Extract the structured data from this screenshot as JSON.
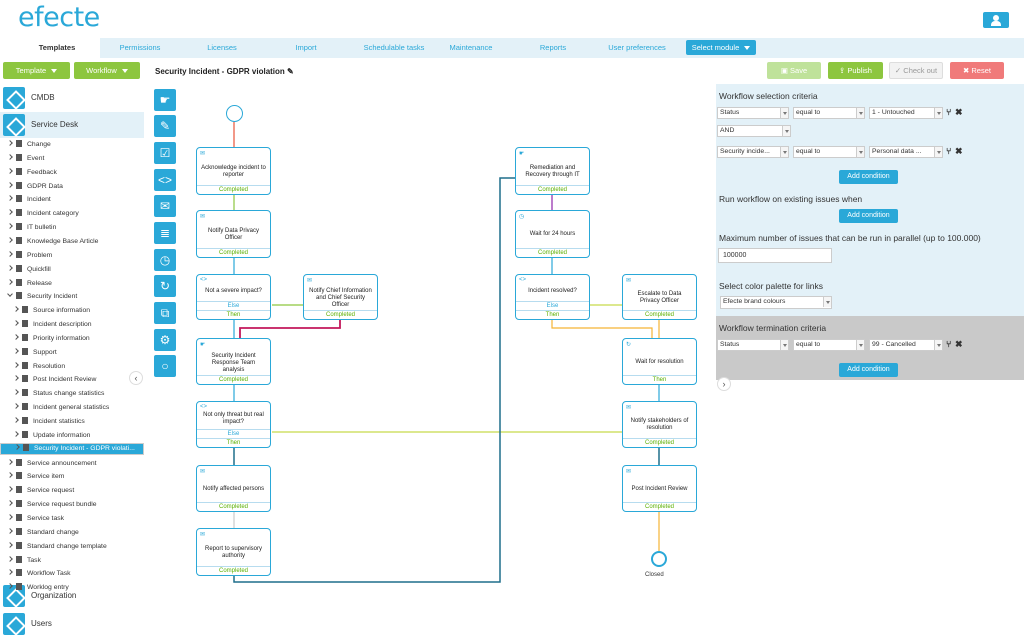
{
  "app": {
    "logo": "efecte"
  },
  "nav": {
    "tabs": [
      "Templates",
      "Permissions",
      "Licenses",
      "Import",
      "Schedulable tasks",
      "Maintenance",
      "Reports",
      "User preferences"
    ],
    "select_module": "Select module"
  },
  "toolbar": {
    "template": "Template",
    "workflow": "Workflow",
    "title": "Security Incident - GDPR violation",
    "save": "Save",
    "publish": "Publish",
    "checkout": "Check out",
    "reset": "Reset"
  },
  "sidebar": {
    "sections": [
      "CMDB",
      "Service Desk",
      "Organization",
      "Users"
    ],
    "items": [
      "Change",
      "Event",
      "Feedback",
      "GDPR Data",
      "Incident",
      "Incident category",
      "IT bulletin",
      "Knowledge Base Article",
      "Problem",
      "Quickfill",
      "Release",
      "Security Incident"
    ],
    "subitems": [
      "Source information",
      "Incident description",
      "Priority information",
      "Support",
      "Resolution",
      "Post Incident Review",
      "Status change statistics",
      "Incident general statistics",
      "Incident statistics",
      "Update information",
      "Security Incident - GDPR violati..."
    ],
    "items2": [
      "Service announcement",
      "Service item",
      "Service request",
      "Service request bundle",
      "Service task",
      "Standard change",
      "Standard change template",
      "Task",
      "Workflow Task",
      "Worklog entry"
    ]
  },
  "workflow": {
    "nodes": [
      {
        "label": "Acknowledge incident to reporter",
        "status": "Completed"
      },
      {
        "label": "Notify Data Privacy Officer",
        "status": "Completed"
      },
      {
        "label": "Not a severe impact?",
        "else": "Else",
        "then": "Then"
      },
      {
        "label": "Notify Chief Information and Chief Security Officer",
        "status": "Completed"
      },
      {
        "label": "Security Incident Response Team analysis",
        "status": "Completed"
      },
      {
        "label": "Not only threat but real impact?",
        "else": "Else",
        "then": "Then"
      },
      {
        "label": "Notify affected persons",
        "status": "Completed"
      },
      {
        "label": "Report to supervisory authority",
        "status": "Completed"
      },
      {
        "label": "Remediation and Recovery through IT",
        "status": "Completed"
      },
      {
        "label": "Wait for 24 hours",
        "status": "Completed"
      },
      {
        "label": "Incident resolved?",
        "else": "Else",
        "then": "Then"
      },
      {
        "label": "Escalate to Data Privacy Officer",
        "status": "Completed"
      },
      {
        "label": "Wait for resolution",
        "status": "Then"
      },
      {
        "label": "Notify stakeholders of resolution",
        "status": "Completed"
      },
      {
        "label": "Post Incident Review",
        "status": "Completed"
      }
    ],
    "end_label": "Closed"
  },
  "panel": {
    "selection_title": "Workflow selection criteria",
    "row1": {
      "field": "Status",
      "op": "equal to",
      "value": "1 - Untouched"
    },
    "logic": "AND",
    "row2": {
      "field": "Security incide...",
      "op": "equal to",
      "value": "Personal data ..."
    },
    "add_condition": "Add condition",
    "run_existing": "Run workflow on existing issues when",
    "max_parallel": "Maximum number of issues that can be run in parallel (up to 100.000)",
    "max_value": "100000",
    "palette_title": "Select color palette for links",
    "palette_value": "Efecte brand colours",
    "termination_title": "Workflow termination criteria",
    "term_row": {
      "field": "Status",
      "op": "equal to",
      "value": "99 - Cancelled"
    }
  },
  "colors": {
    "accent": "#2aa8d8",
    "green": "#8dc63f",
    "red": "#f07a7a"
  }
}
